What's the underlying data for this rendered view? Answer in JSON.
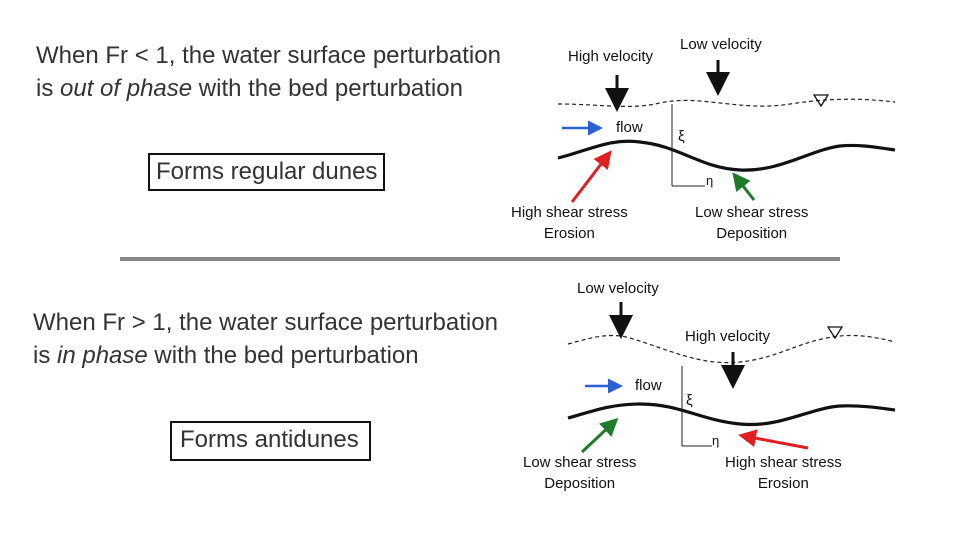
{
  "top": {
    "line1_pre": "When ",
    "line1_fr": "Fr",
    "line1_post": " < 1, the water surface perturbation",
    "line2_pre": "is ",
    "line2_phase": "out of phase",
    "line2_post": " with the bed perturbation",
    "box": "Forms regular dunes",
    "high_velocity": "High velocity",
    "low_velocity": "Low velocity",
    "flow": "flow",
    "xi": "ξ",
    "eta": "η",
    "left_stress": "High shear stress",
    "left_effect": "Erosion",
    "right_stress": "Low shear stress",
    "right_effect": "Deposition"
  },
  "bottom": {
    "line1_pre": "When ",
    "line1_fr": "Fr",
    "line1_post": " > 1, the water surface perturbation",
    "line2_pre": "is ",
    "line2_phase": "in phase",
    "line2_post": " with the bed perturbation",
    "box": "Forms antidunes",
    "low_velocity": "Low velocity",
    "high_velocity": "High velocity",
    "flow": "flow",
    "xi": "ξ",
    "eta": "η",
    "left_stress": "Low shear stress",
    "left_effect": "Deposition",
    "right_stress": "High shear stress",
    "right_effect": "Erosion"
  },
  "colors": {
    "red_arrow": "#e02020",
    "green_arrow": "#1f7a2a",
    "blue_arrow": "#2a5fd6",
    "divider": "#888888"
  }
}
